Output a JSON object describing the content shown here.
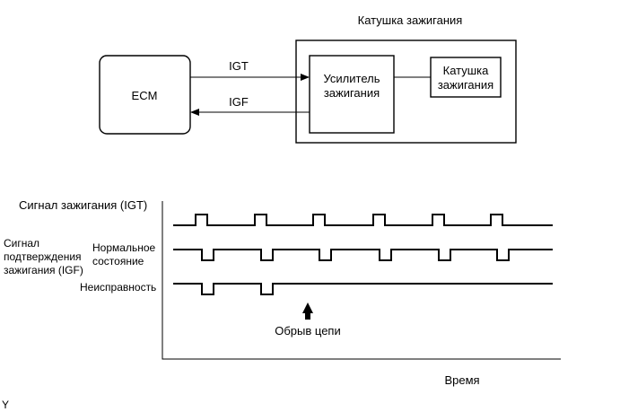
{
  "block_diagram": {
    "coil_assembly_title": "Катушка зажигания",
    "ecm_label": "ECM",
    "igt_label": "IGT",
    "igf_label": "IGF",
    "igniter_label_line1": "Усилитель",
    "igniter_label_line2": "зажигания",
    "coil_label_line1": "Катушка",
    "coil_label_line2": "зажигания"
  },
  "timing_chart": {
    "igt_row_label": "Сигнал зажигания (IGT)",
    "igf_group_label_line1": "Сигнал",
    "igf_group_label_line2": "подтверждения",
    "igf_group_label_line3": "зажигания (IGF)",
    "normal_label_line1": "Нормальное",
    "normal_label_line2": "состояние",
    "fault_label": "Неисправность",
    "open_circuit_label": "Обрыв цепи",
    "time_axis_label": "Время",
    "igt_pulse_count": 6,
    "igf_normal_pulse_count": 6,
    "igf_fault_pulse_count": 2
  },
  "corner_mark": "Y"
}
